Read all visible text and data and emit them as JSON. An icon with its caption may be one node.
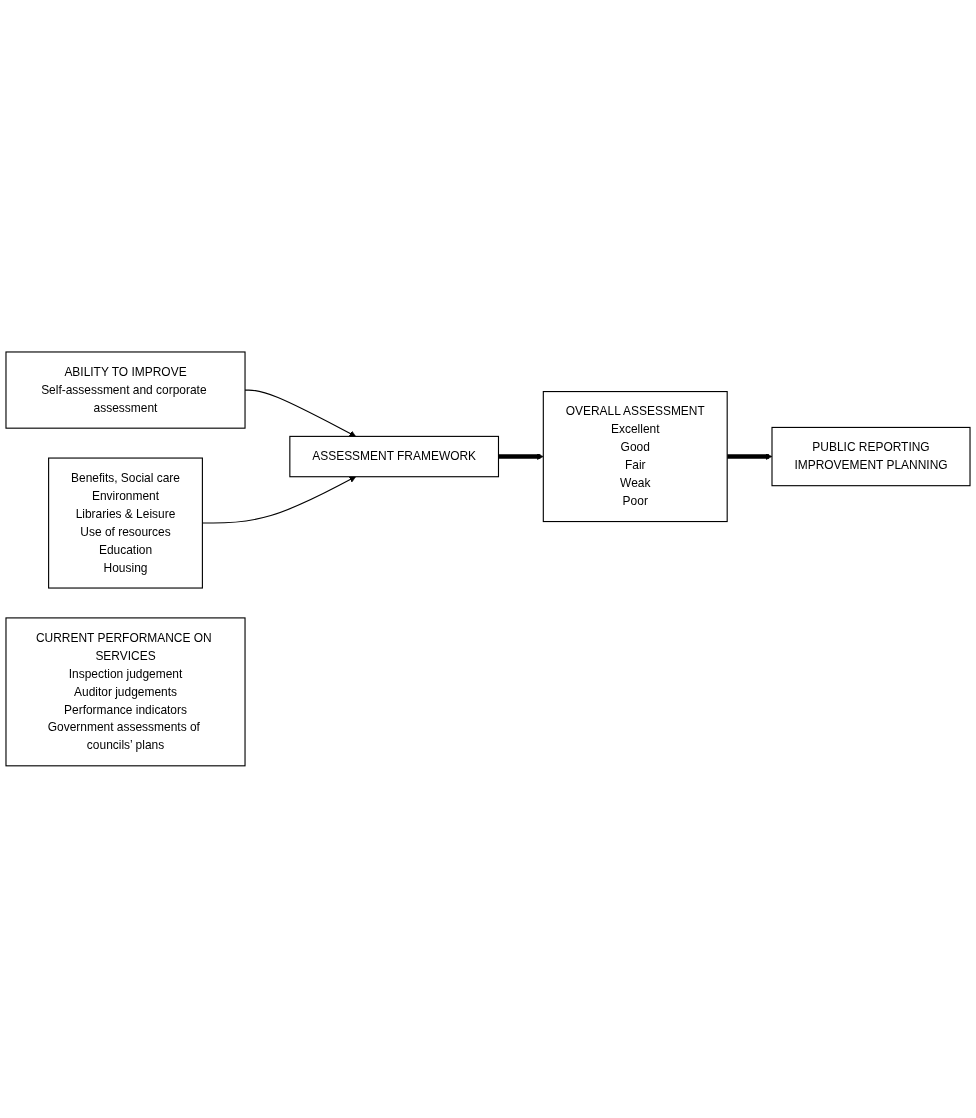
{
  "diagram": {
    "nodes": [
      {
        "text": [
          "ABILITY TO IMPROVE",
          "Self-assessment and corporate assessment"
        ]
      },
      {
        "text": [
          "ASSESSMENT FRAMEWORK"
        ]
      },
      {
        "text": [
          "OVERALL ASSESSMENT",
          "Excellent",
          "Good",
          "Fair",
          "Weak",
          "Poor"
        ]
      },
      {
        "text": [
          "PUBLIC REPORTING",
          "IMPROVEMENT PLANNING"
        ]
      },
      {
        "text": [
          "Benefits, Social care",
          "Environment",
          "Libraries & Leisure",
          "Use of resources",
          "Education",
          "Housing"
        ]
      },
      {
        "text": [
          "CURRENT PERFORMANCE ON SERVICES",
          "Inspection judgement",
          "Auditor judgements",
          "Performance indicators",
          "Government assessments of councils’ plans"
        ]
      }
    ],
    "edges": [
      {
        "from": 0,
        "to": 1,
        "arrow": "to"
      },
      {
        "from": 1,
        "to": 2,
        "arrow": "to",
        "style": "thick"
      },
      {
        "from": 2,
        "to": 3,
        "arrow": "to",
        "style": "thick"
      },
      {
        "from": 4,
        "to": 1,
        "arrow": "to"
      }
    ]
  }
}
